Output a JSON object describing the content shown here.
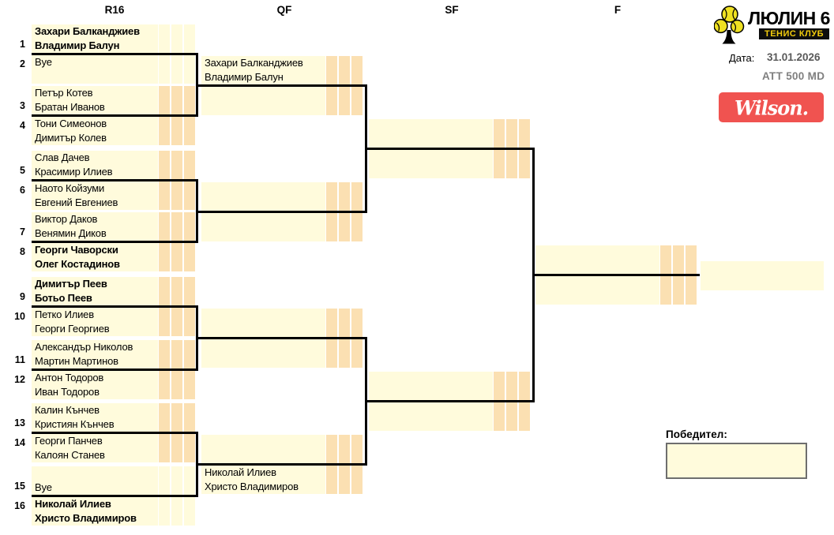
{
  "rounds": [
    "R16",
    "QF",
    "SF",
    "F"
  ],
  "club": {
    "name": "ЛЮЛИН 6",
    "badge": "ТЕНИС КЛУБ",
    "logo_icon": "tennis-ball-tree"
  },
  "meta": {
    "date_label": "Дата:",
    "date_value": "31.01.2026",
    "tier": "ATT 500 MD",
    "sponsor": "Wilson."
  },
  "winner": {
    "label": "Победител:"
  },
  "colors": {
    "cell_fill": "#FFFBDC",
    "score_box_fill": "#FBE0B2",
    "bracket_line": "#000000",
    "sponsor_red": "#F05350",
    "badge_bg": "#0D0D0D",
    "badge_text": "#F2CC0C",
    "date_gray": "#595959",
    "tier_gray": "#7F7F7F"
  },
  "bracket": {
    "r16": [
      {
        "seed": "1",
        "names": [
          "Захари Балканджиев",
          "Владимир Балун"
        ],
        "bold": true,
        "played": false
      },
      {
        "seed": "2",
        "names": [
          "Bye",
          ""
        ],
        "bold": false,
        "played": false
      },
      {
        "seed": "3",
        "names": [
          "Петър Котев",
          "Братан Иванов"
        ],
        "bold": false,
        "played": true
      },
      {
        "seed": "4",
        "names": [
          "Тони Симеонов",
          "Димитър Колев"
        ],
        "bold": false,
        "played": true
      },
      {
        "seed": "5",
        "names": [
          "Слав Дачев",
          "Красимир Илиев"
        ],
        "bold": false,
        "played": true
      },
      {
        "seed": "6",
        "names": [
          "Наото Койзуми",
          "Евгений Евгениев"
        ],
        "bold": false,
        "played": true
      },
      {
        "seed": "7",
        "names": [
          "Виктор Даков",
          "Венямин Диков"
        ],
        "bold": false,
        "played": true
      },
      {
        "seed": "8",
        "names": [
          "Георги Чаворски",
          "Олег Костадинов"
        ],
        "bold": true,
        "played": true
      },
      {
        "seed": "9",
        "names": [
          "Димитър Пеев",
          "Ботьо Пеев"
        ],
        "bold": true,
        "played": true
      },
      {
        "seed": "10",
        "names": [
          "Петко Илиев",
          "Георги Георгиев"
        ],
        "bold": false,
        "played": true
      },
      {
        "seed": "11",
        "names": [
          "Александър Николов",
          "Мартин Мартинов"
        ],
        "bold": false,
        "played": true
      },
      {
        "seed": "12",
        "names": [
          "Антон Тодоров",
          "Иван Тодоров"
        ],
        "bold": false,
        "played": true
      },
      {
        "seed": "13",
        "names": [
          "Калин Кънчев",
          "Кристиян Кънчев"
        ],
        "bold": false,
        "played": true
      },
      {
        "seed": "14",
        "names": [
          "Георги Панчев",
          "Калоян Станев"
        ],
        "bold": false,
        "played": true
      },
      {
        "seed": "15",
        "names": [
          "",
          "Bye"
        ],
        "bold": false,
        "played": false
      },
      {
        "seed": "16",
        "names": [
          "Николай Илиев",
          "Христо Владимиров"
        ],
        "bold": true,
        "played": false
      }
    ],
    "qf": [
      {
        "names": [
          "Захари Балканджиев",
          "Владимир Балун"
        ],
        "played": true
      },
      {
        "names": [
          "",
          ""
        ],
        "played": true
      },
      {
        "names": [
          "",
          ""
        ],
        "played": true
      },
      {
        "names": [
          "",
          ""
        ],
        "played": true
      },
      {
        "names": [
          "",
          ""
        ],
        "played": true
      },
      {
        "names": [
          "",
          ""
        ],
        "played": true
      },
      {
        "names": [
          "",
          ""
        ],
        "played": true
      },
      {
        "names": [
          "Николай Илиев",
          "Христо Владимиров"
        ],
        "played": true
      }
    ],
    "sf": [
      {
        "names": [
          "",
          ""
        ],
        "played": true
      },
      {
        "names": [
          "",
          ""
        ],
        "played": true
      },
      {
        "names": [
          "",
          ""
        ],
        "played": true
      },
      {
        "names": [
          "",
          ""
        ],
        "played": true
      }
    ],
    "f": [
      {
        "names": [
          "",
          ""
        ],
        "played": true
      },
      {
        "names": [
          "",
          ""
        ],
        "played": true
      }
    ],
    "champion": {
      "names": [
        "",
        ""
      ]
    }
  }
}
